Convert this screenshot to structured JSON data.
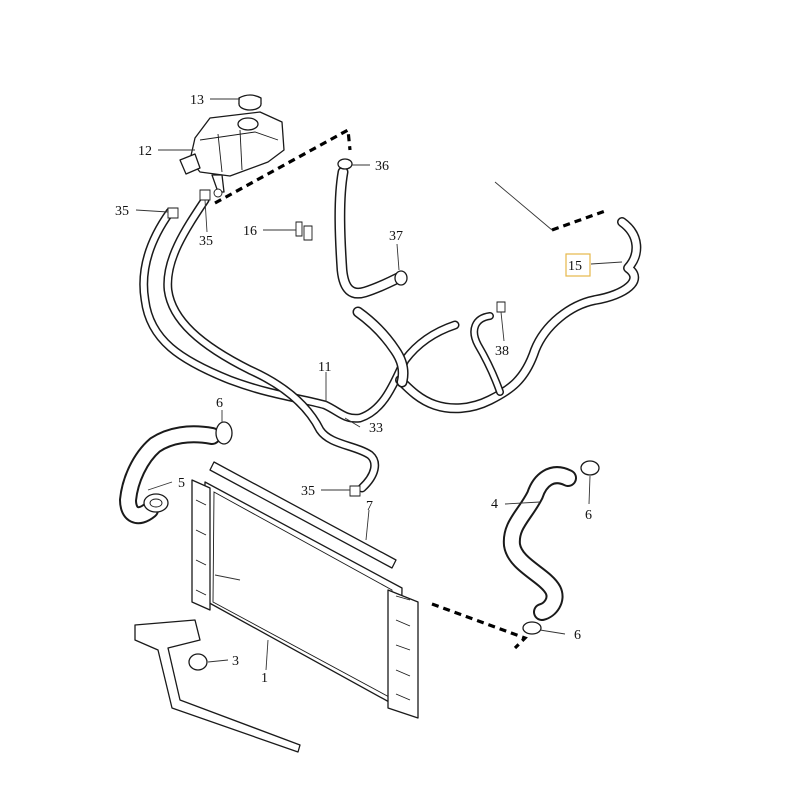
{
  "diagram": {
    "callouts": {
      "c1": "1",
      "c3": "3",
      "c4": "4",
      "c5": "5",
      "c6a": "6",
      "c6b": "6",
      "c6c": "6",
      "c7": "7",
      "c11": "11",
      "c12": "12",
      "c13": "13",
      "c15": "15",
      "c16": "16",
      "c33": "33",
      "c35a": "35",
      "c35b": "35",
      "c35c": "35",
      "c36": "36",
      "c37": "37",
      "c38": "38"
    },
    "highlight_color": "#e6b84a",
    "line_color": "#1a1a1a"
  }
}
